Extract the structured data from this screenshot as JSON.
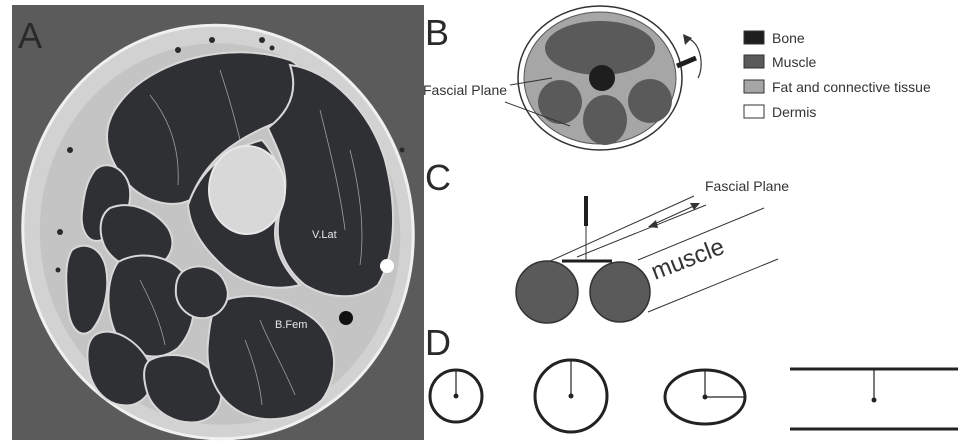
{
  "panels": {
    "a": {
      "letter": "A"
    },
    "b": {
      "letter": "B"
    },
    "c": {
      "letter": "C"
    },
    "d": {
      "letter": "D"
    }
  },
  "photo_labels": {
    "vastus_lateralis": "V.Lat",
    "biceps_femoris": "B.Fem"
  },
  "b_labels": {
    "fascial_plane": "Fascial Plane"
  },
  "legend": [
    {
      "label": "Bone",
      "color": "#1e1e1e"
    },
    {
      "label": "Muscle",
      "color": "#5a5a5a"
    },
    {
      "label": "Fat and connective tissue",
      "color": "#a6a6a6"
    },
    {
      "label": "Dermis",
      "color": "#ffffff"
    }
  ],
  "c_labels": {
    "fascial_plane": "Fascial Plane",
    "muscle": "muscle"
  },
  "colors": {
    "photo_background": "#5b5b5b",
    "muscle_dark": "#2e3034",
    "fat_light": "#cfcfcf",
    "bone": "#1e1e1e",
    "muscle_schematic": "#5a5a5a",
    "fat_schematic": "#a6a6a6"
  }
}
